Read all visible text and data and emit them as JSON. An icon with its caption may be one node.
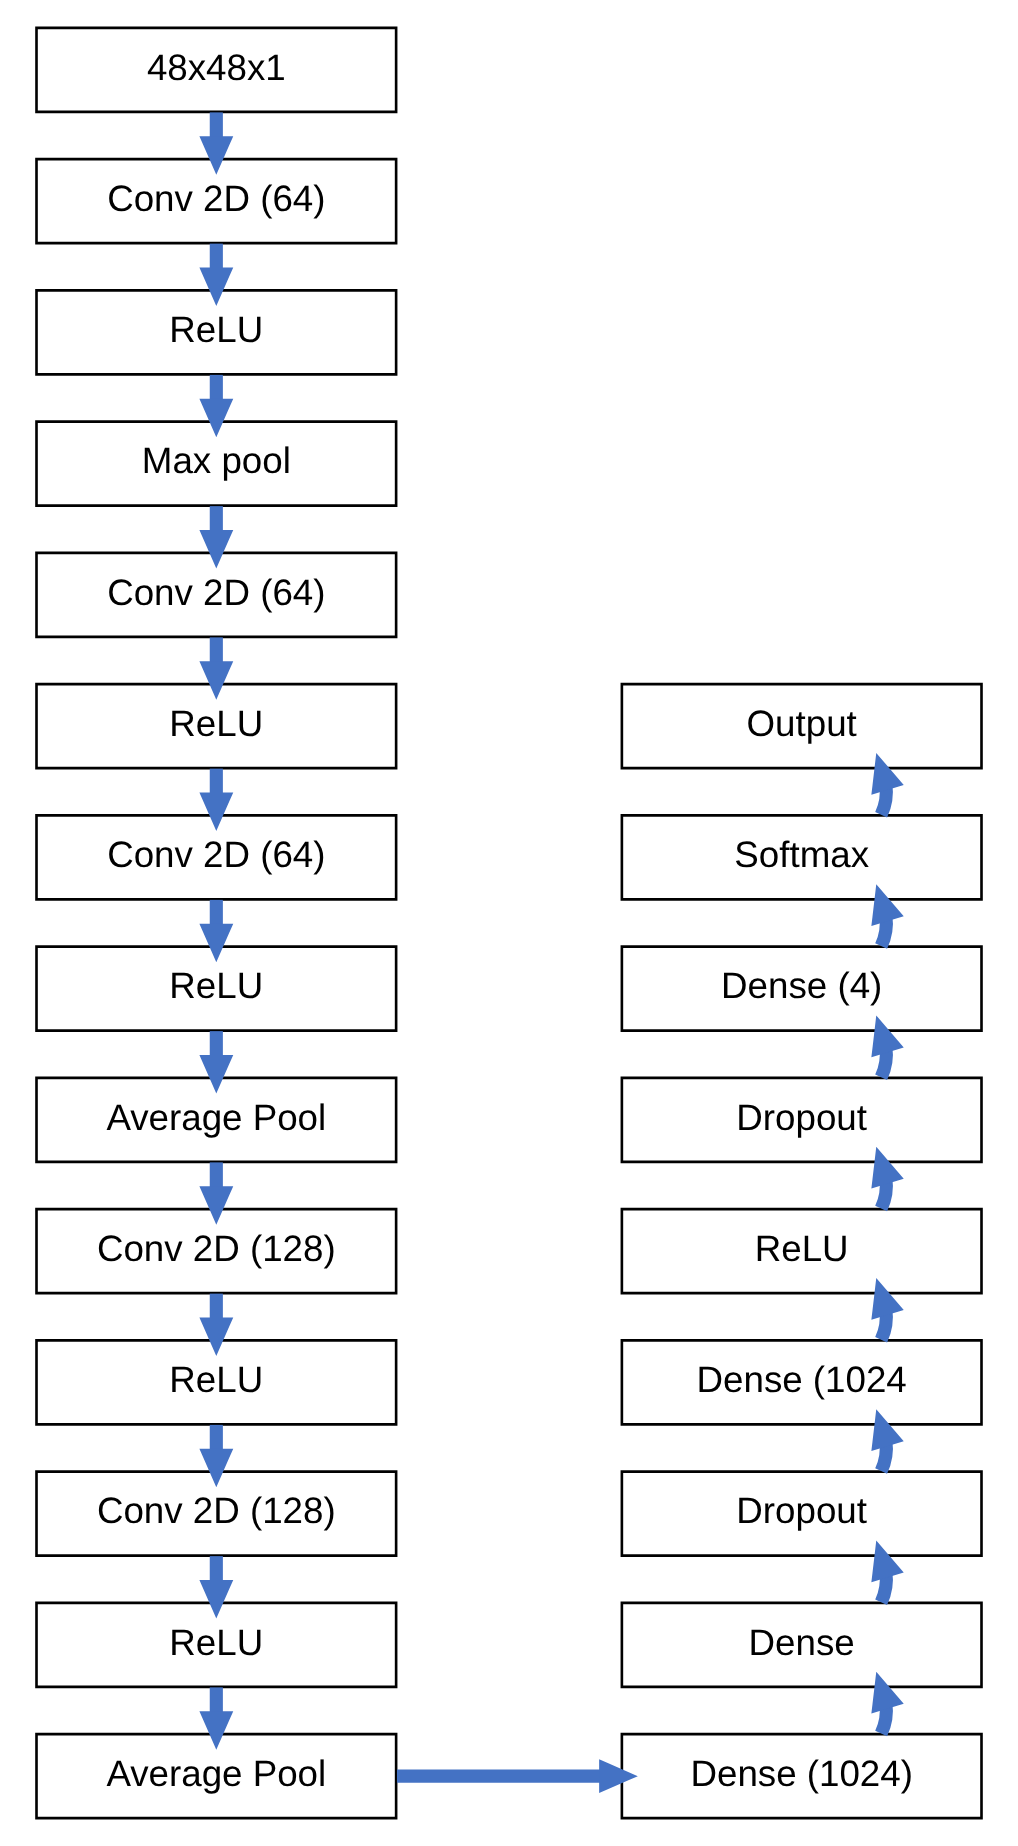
{
  "diagram": {
    "nodes": [
      {
        "text": [
          "48x48x1"
        ]
      },
      {
        "text": [
          "Conv 2D (64)"
        ]
      },
      {
        "text": [
          "ReLU"
        ]
      },
      {
        "text": [
          "Max pool"
        ]
      },
      {
        "text": [
          "Conv 2D (64)"
        ]
      },
      {
        "text": [
          "ReLU"
        ]
      },
      {
        "text": [
          "Conv 2D (64)"
        ]
      },
      {
        "text": [
          "ReLU"
        ]
      },
      {
        "text": [
          "Average Pool"
        ]
      },
      {
        "text": [
          "Conv 2D (128)"
        ]
      },
      {
        "text": [
          "ReLU"
        ]
      },
      {
        "text": [
          "Conv 2D (128)"
        ]
      },
      {
        "text": [
          "ReLU"
        ]
      },
      {
        "text": [
          "Average Pool"
        ]
      },
      {
        "text": [
          "Dense (1024)"
        ]
      },
      {
        "text": [
          "Dense"
        ]
      },
      {
        "text": [
          "Dropout"
        ]
      },
      {
        "text": [
          "Dense (1024"
        ]
      },
      {
        "text": [
          "ReLU"
        ]
      },
      {
        "text": [
          "Dropout"
        ]
      },
      {
        "text": [
          "Dense (4)"
        ]
      },
      {
        "text": [
          "Softmax"
        ]
      },
      {
        "text": [
          "Output"
        ]
      }
    ],
    "edges": [
      {
        "from": 0,
        "to": 1,
        "arrow": "to"
      },
      {
        "from": 1,
        "to": 2,
        "arrow": "to"
      },
      {
        "from": 2,
        "to": 3,
        "arrow": "to"
      },
      {
        "from": 3,
        "to": 4,
        "arrow": "to"
      },
      {
        "from": 4,
        "to": 5,
        "arrow": "to"
      },
      {
        "from": 5,
        "to": 6,
        "arrow": "to"
      },
      {
        "from": 6,
        "to": 7,
        "arrow": "to"
      },
      {
        "from": 7,
        "to": 8,
        "arrow": "to"
      },
      {
        "from": 8,
        "to": 9,
        "arrow": "to"
      },
      {
        "from": 9,
        "to": 10,
        "arrow": "to"
      },
      {
        "from": 10,
        "to": 11,
        "arrow": "to"
      },
      {
        "from": 11,
        "to": 12,
        "arrow": "to"
      },
      {
        "from": 12,
        "to": 13,
        "arrow": "to"
      },
      {
        "from": 13,
        "to": 14,
        "arrow": "to"
      },
      {
        "from": 14,
        "to": 15,
        "arrow": "to"
      },
      {
        "from": 15,
        "to": 16,
        "arrow": "to"
      },
      {
        "from": 16,
        "to": 17,
        "arrow": "to"
      },
      {
        "from": 17,
        "to": 18,
        "arrow": "to"
      },
      {
        "from": 18,
        "to": 19,
        "arrow": "to"
      },
      {
        "from": 19,
        "to": 20,
        "arrow": "to"
      },
      {
        "from": 20,
        "to": 21,
        "arrow": "to"
      },
      {
        "from": 21,
        "to": 22,
        "arrow": "to"
      }
    ]
  }
}
